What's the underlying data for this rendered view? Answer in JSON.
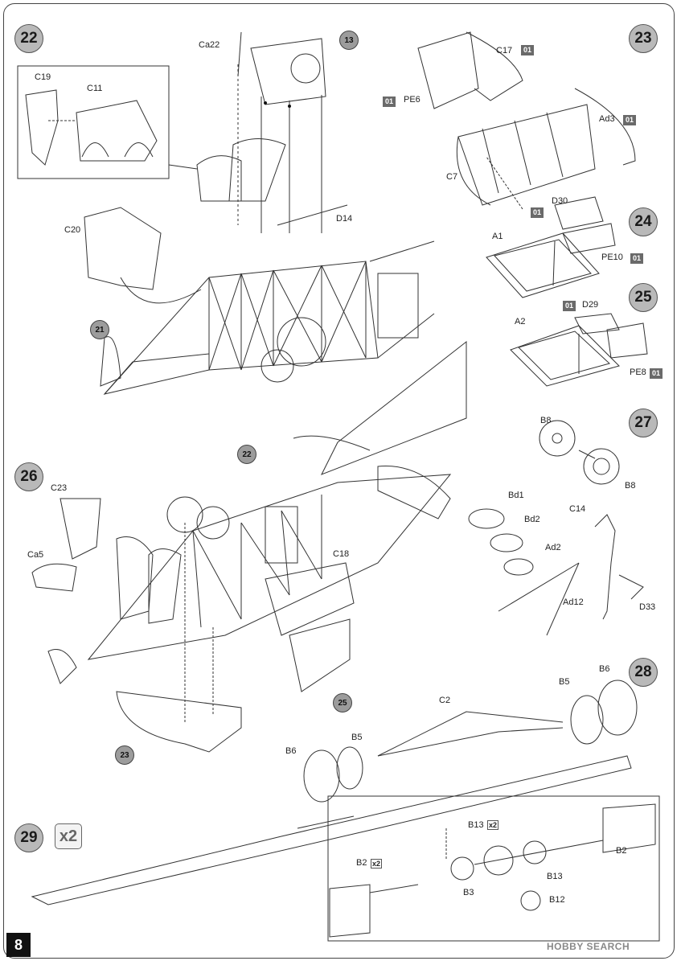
{
  "page": {
    "number": "8",
    "watermark": "HOBBY SEARCH"
  },
  "steps": [
    {
      "id": "s22",
      "number": "22"
    },
    {
      "id": "s23",
      "number": "23"
    },
    {
      "id": "s24",
      "number": "24"
    },
    {
      "id": "s25",
      "number": "25"
    },
    {
      "id": "s26",
      "number": "26"
    },
    {
      "id": "s27",
      "number": "27"
    },
    {
      "id": "s28",
      "number": "28"
    },
    {
      "id": "s29",
      "number": "29",
      "multiplier": "x2"
    }
  ],
  "refs": {
    "r13": "13",
    "r21": "21",
    "r22": "22",
    "r25": "25",
    "r23": "23"
  },
  "badge": "01",
  "x2": "x2",
  "labels": {
    "Ca22": "Ca22",
    "C19": "C19",
    "C11": "C11",
    "C20": "C20",
    "D14": "D14",
    "C17": "C17",
    "PE6": "PE6",
    "Ad3": "Ad3",
    "C7": "C7",
    "D30": "D30",
    "A1": "A1",
    "PE10": "PE10",
    "D29": "D29",
    "A2": "A2",
    "PE8": "PE8",
    "C23": "C23",
    "Ca5": "Ca5",
    "C18": "C18",
    "B8a": "B8",
    "B8b": "B8",
    "C14": "C14",
    "Bd1": "Bd1",
    "Bd2": "Bd2",
    "Ad2": "Ad2",
    "Ad12": "Ad12",
    "D33": "D33",
    "B6a": "B6",
    "B5a": "B5",
    "C2": "C2",
    "B6b": "B6",
    "B5b": "B5",
    "B13a": "B13",
    "B2a": "B2",
    "B2b": "B2",
    "B13b": "B13",
    "B3": "B3",
    "B12": "B12"
  }
}
